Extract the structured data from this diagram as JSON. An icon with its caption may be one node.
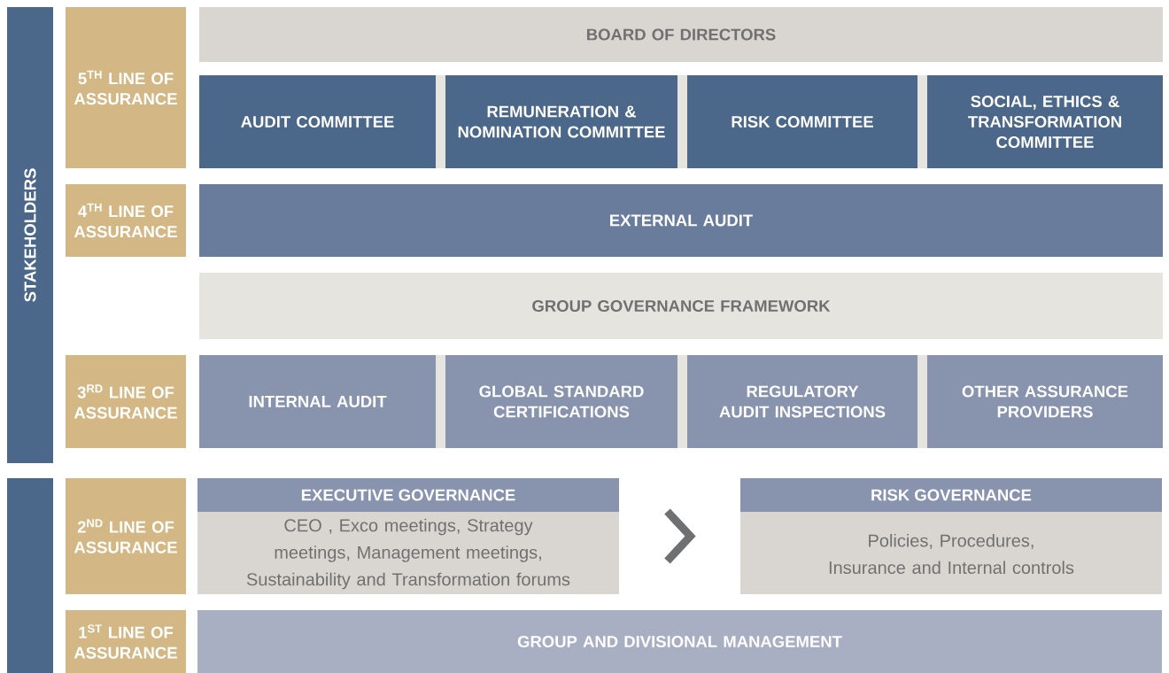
{
  "diagram": {
    "nodes": [
      {
        "text": [
          "STAKEHOLDERS"
        ]
      },
      {
        "text": [
          "5$^{TH}$ LINE OF ASSURANCE"
        ]
      },
      {
        "text": [
          "BOARD OF DIRECTORS"
        ]
      },
      {
        "text": [
          "AUDIT COMMITTEE"
        ]
      },
      {
        "text": [
          "REMUNERATION & NOMINATION COMMITTEE"
        ]
      },
      {
        "text": [
          "RISK COMMITTEE"
        ]
      },
      {
        "text": [
          "SOCIAL, ETHICS & TRANSFORMATION COMMITTEE"
        ]
      },
      {
        "text": [
          "4$^{TH}$ LINE OF ASSURANCE"
        ]
      },
      {
        "text": [
          "EXTERNAL AUDIT"
        ]
      },
      {
        "text": [
          "GROUP GOVERNANCE FRAMEWORK"
        ]
      },
      {
        "text": [
          "3$^{RD}$ LINE OF ASSURANCE"
        ]
      },
      {
        "text": [
          "INTERNAL AUDIT"
        ]
      },
      {
        "text": [
          "GLOBAL STANDARD CERTIFICATIONS"
        ]
      },
      {
        "text": [
          "REGULATORY AUDIT INSPECTIONS"
        ]
      },
      {
        "text": [
          "OTHER ASSURANCE PROVIDERS"
        ]
      },
      {
        "text": [],
        "shape": "bar"
      },
      {
        "text": [
          "2$^{ND}$ LINE OF ASSURANCE"
        ]
      },
      {
        "text": [
          "EXECUTIVE GOVERNANCE",
          "CEO , Exco meetings, Strategy meetings, Management meetings, Sustainability and Transformation forums"
        ]
      },
      {
        "text": [
          "RISK GOVERNANCE",
          "Policies, Procedures, Insurance and Internal controls"
        ]
      },
      {
        "text": [
          "1$^{ST}$ LINE OF ASSURANCE"
        ]
      },
      {
        "text": [
          "GROUP AND DIVISIONAL MANAGEMENT"
        ]
      }
    ],
    "edges": [
      {
        "from": 17,
        "to": 18,
        "arrow": "to"
      }
    ]
  }
}
